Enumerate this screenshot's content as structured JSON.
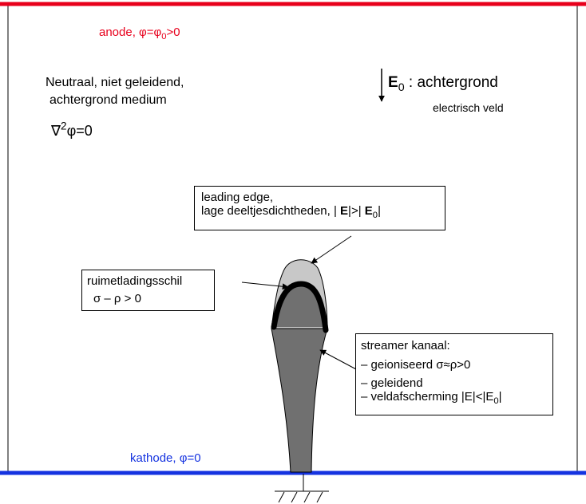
{
  "colors": {
    "anode": "#e8001c",
    "cathode": "#1533e0",
    "shell": "#000000",
    "head": "#c8c8c8",
    "channel": "#707070"
  },
  "labels": {
    "anode": {
      "prefix": "anode, ",
      "phi": "φ",
      "eq": "=",
      "phi2": "φ",
      "sub": "0",
      "suffix": ">0"
    },
    "cathode": {
      "prefix": "kathode, ",
      "phi": "φ",
      "suffix": "=0"
    },
    "medium": {
      "line1": "Neutraal, niet geleidend,",
      "line2": "achtergrond medium",
      "laplace_nabla": "∇",
      "laplace_sup": "2",
      "laplace_rest": "φ=0"
    },
    "field": {
      "symbol": "E",
      "sub": "0",
      "text": " : achtergrond",
      "text2": "electrisch veld"
    }
  },
  "callouts": {
    "leading_edge": {
      "line1": "leading edge,",
      "line2_a": "lage deeltjesdichtheden, | ",
      "line2_b": "E",
      "line2_c": "|>| ",
      "line2_d": "E",
      "line2_sub": "0",
      "line2_e": "|"
    },
    "space_charge": {
      "title": "ruimetladingsschil",
      "formula": "σ – ρ > 0"
    },
    "channel": {
      "title": "streamer kanaal:",
      "item1": "– geioniseerd σ≈ρ>0",
      "item2": "– geleidend",
      "item3_a": "– veldafscherming |E|<|E",
      "item3_sub": "0",
      "item3_b": "|"
    }
  }
}
